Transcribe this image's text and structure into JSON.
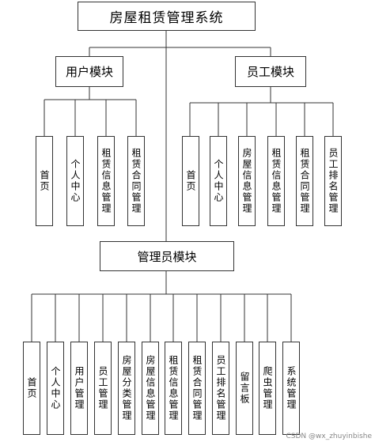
{
  "title": "房屋租赁管理系统",
  "modules": {
    "user": {
      "label": "用户模块",
      "items": [
        "首页",
        "个人中心",
        "租赁信息管理",
        "租赁合同管理"
      ]
    },
    "staff": {
      "label": "员工模块",
      "items": [
        "首页",
        "个人中心",
        "房屋信息管理",
        "租赁信息管理",
        "租赁合同管理",
        "员工排名管理"
      ]
    },
    "admin": {
      "label": "管理员模块",
      "items": [
        "首页",
        "个人中心",
        "用户管理",
        "员工管理",
        "房屋分类管理",
        "房屋信息管理",
        "租赁信息管理",
        "租赁合同管理",
        "员工排名管理",
        "留言板",
        "爬虫管理",
        "系统管理"
      ]
    }
  },
  "watermark": "CSDN @wx_zhuyinbishe"
}
